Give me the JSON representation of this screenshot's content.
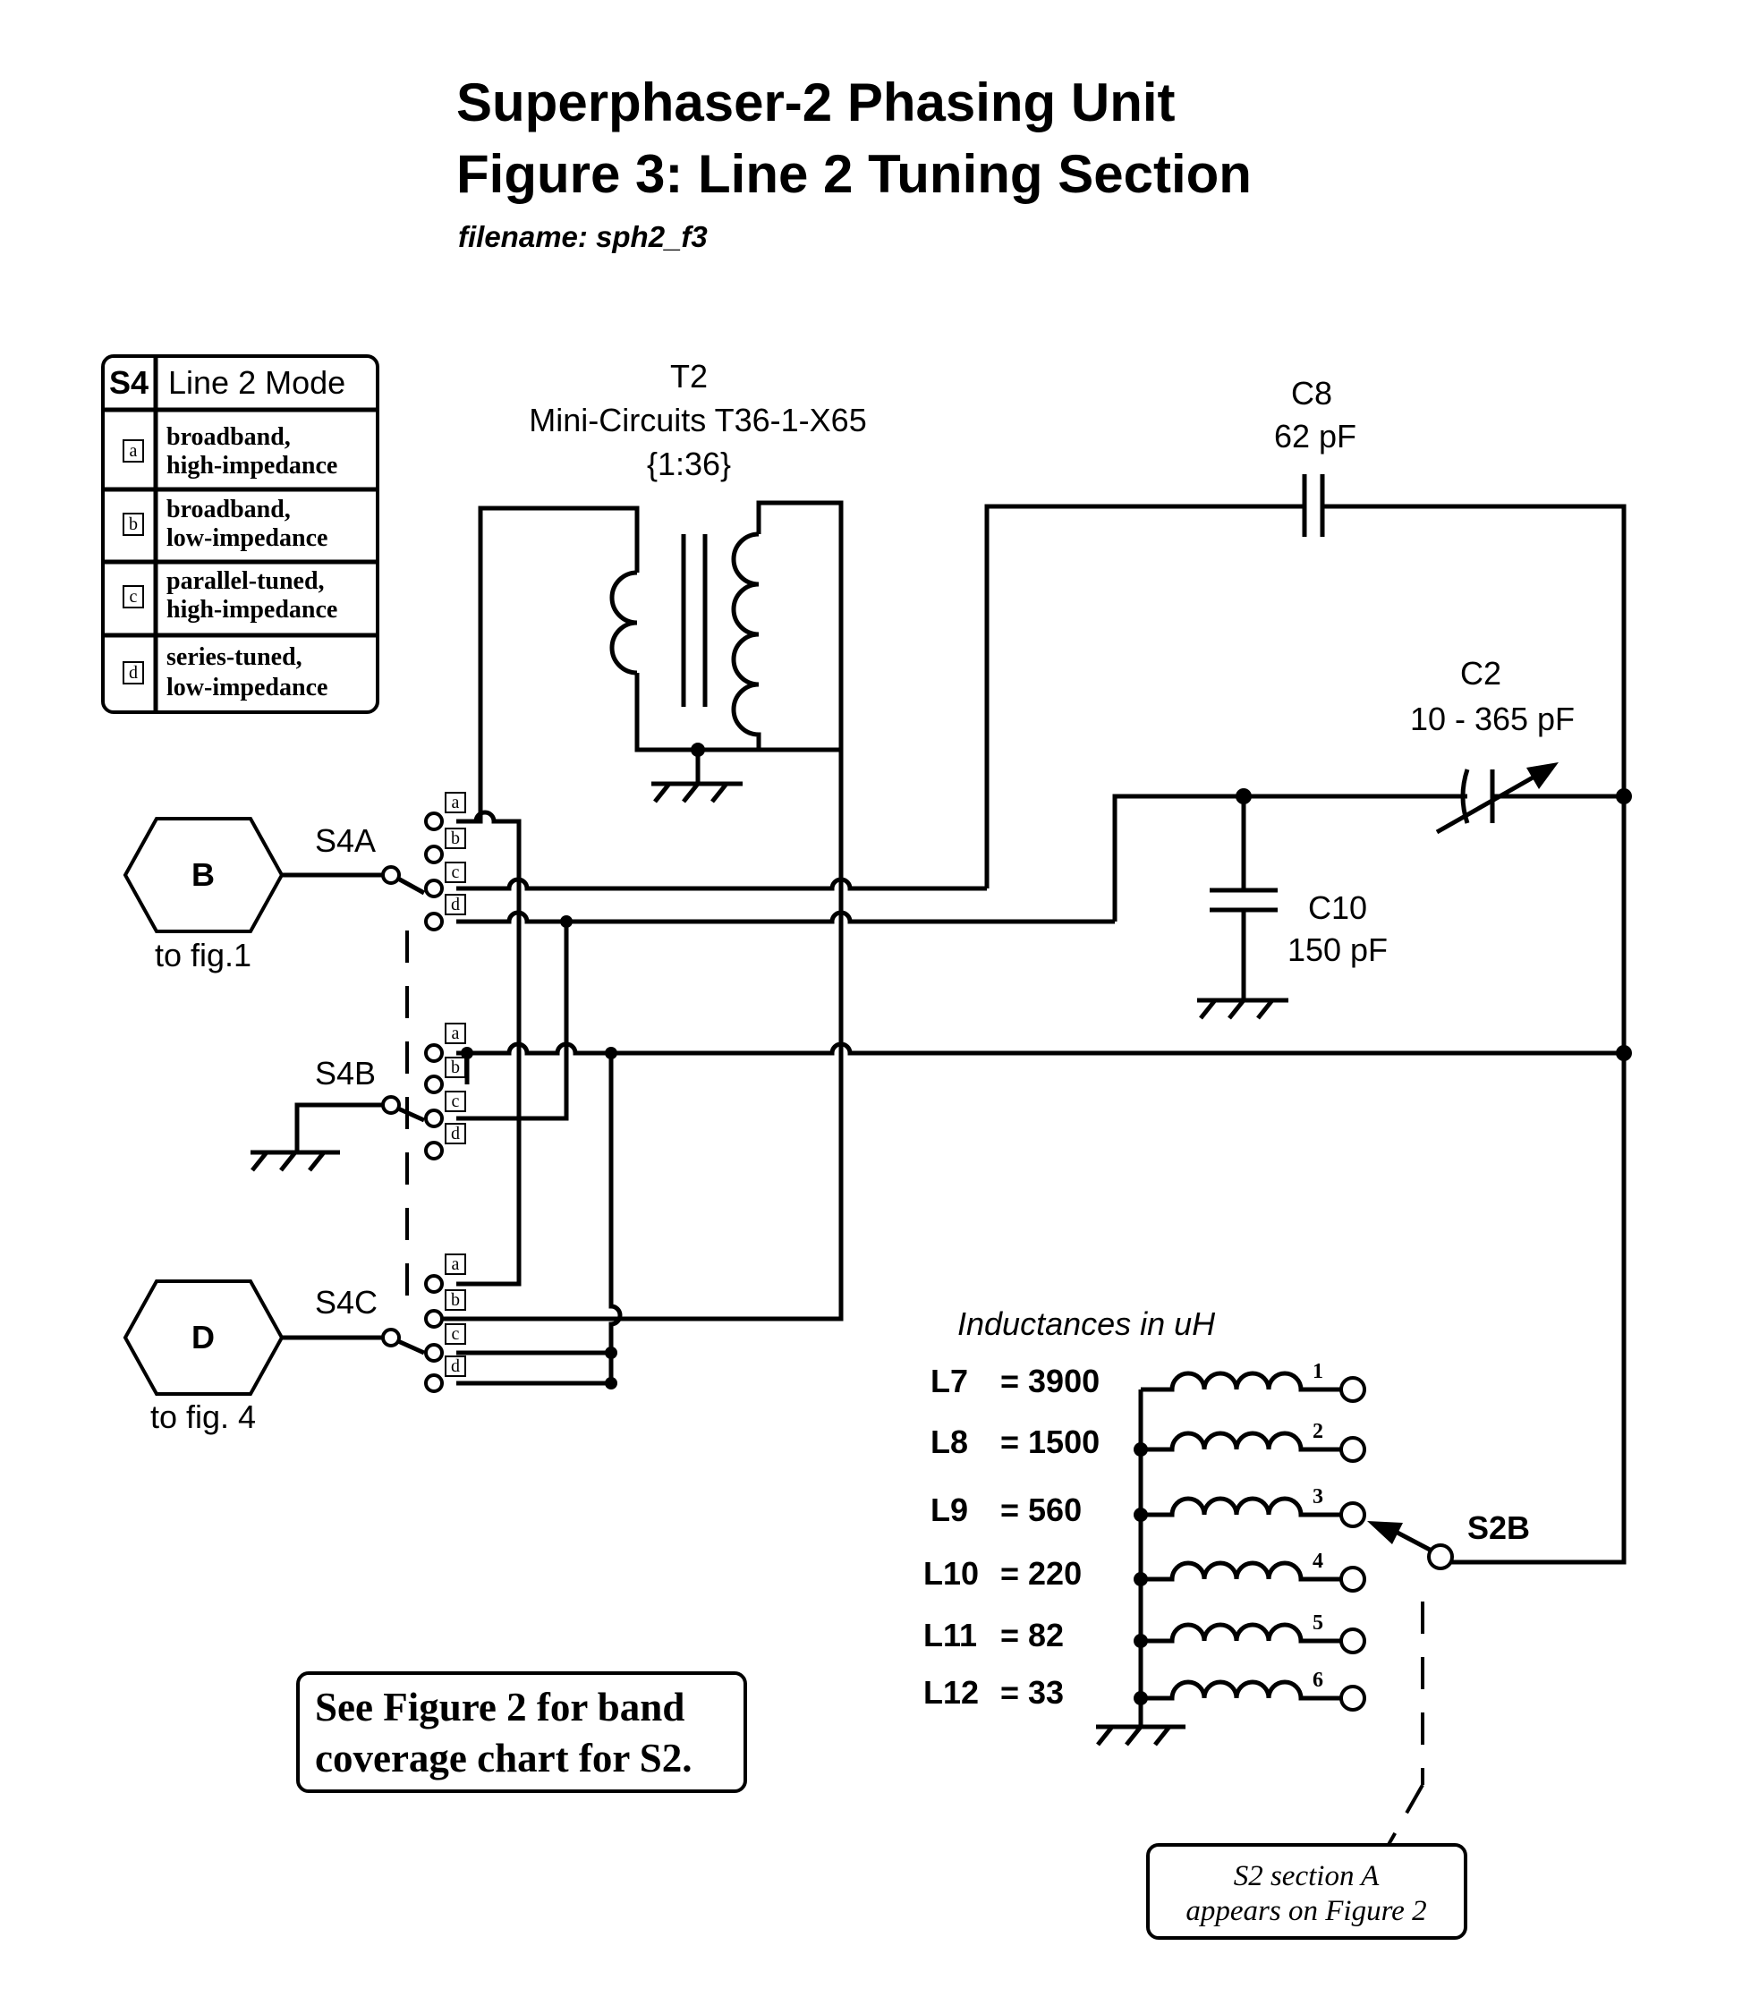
{
  "title": {
    "line1": "Superphaser-2  Phasing  Unit",
    "line2": "Figure 3:  Line 2 Tuning  Section",
    "filename": "filename: sph2_f3"
  },
  "mode_table": {
    "col1_header": "S4",
    "col2_header": "Line 2 Mode",
    "rows": [
      {
        "tag": "a",
        "line1": "broadband,",
        "line2": "high-impedance"
      },
      {
        "tag": "b",
        "line1": "broadband,",
        "line2": "low-impedance"
      },
      {
        "tag": "c",
        "line1": "parallel-tuned,",
        "line2": "high-impedance"
      },
      {
        "tag": "d",
        "line1": "series-tuned,",
        "line2": "low-impedance"
      }
    ]
  },
  "components": {
    "t2": {
      "ref": "T2",
      "part": "Mini-Circuits T36-1-X65",
      "ratio": "{1:36}"
    },
    "c8": {
      "ref": "C8",
      "value": "62 pF"
    },
    "c2": {
      "ref": "C2",
      "value": "10 - 365  pF"
    },
    "c10": {
      "ref": "C10",
      "value": "150 pF"
    }
  },
  "connectors": {
    "b": {
      "letter": "B",
      "caption": "to fig.1"
    },
    "d": {
      "letter": "D",
      "caption": "to fig. 4"
    }
  },
  "switches": {
    "s4a": "S4A",
    "s4b": "S4B",
    "s4c": "S4C",
    "s2b": "S2B",
    "position_tags": [
      "a",
      "b",
      "c",
      "d"
    ]
  },
  "inductors": {
    "heading": "Inductances in uH",
    "items": [
      {
        "name": "L7",
        "value": "= 3900",
        "pos": "1"
      },
      {
        "name": "L8",
        "value": "= 1500",
        "pos": "2"
      },
      {
        "name": "L9",
        "value": "= 560",
        "pos": "3"
      },
      {
        "name": "L10",
        "value": "= 220",
        "pos": "4"
      },
      {
        "name": "L11",
        "value": "= 82",
        "pos": "5"
      },
      {
        "name": "L12",
        "value": "= 33",
        "pos": "6"
      }
    ]
  },
  "notes": {
    "band_line1": "See Figure 2 for band",
    "band_line2": "coverage chart for S2.",
    "s2a_line1": "S2 section A",
    "s2a_line2": "appears on Figure 2"
  }
}
